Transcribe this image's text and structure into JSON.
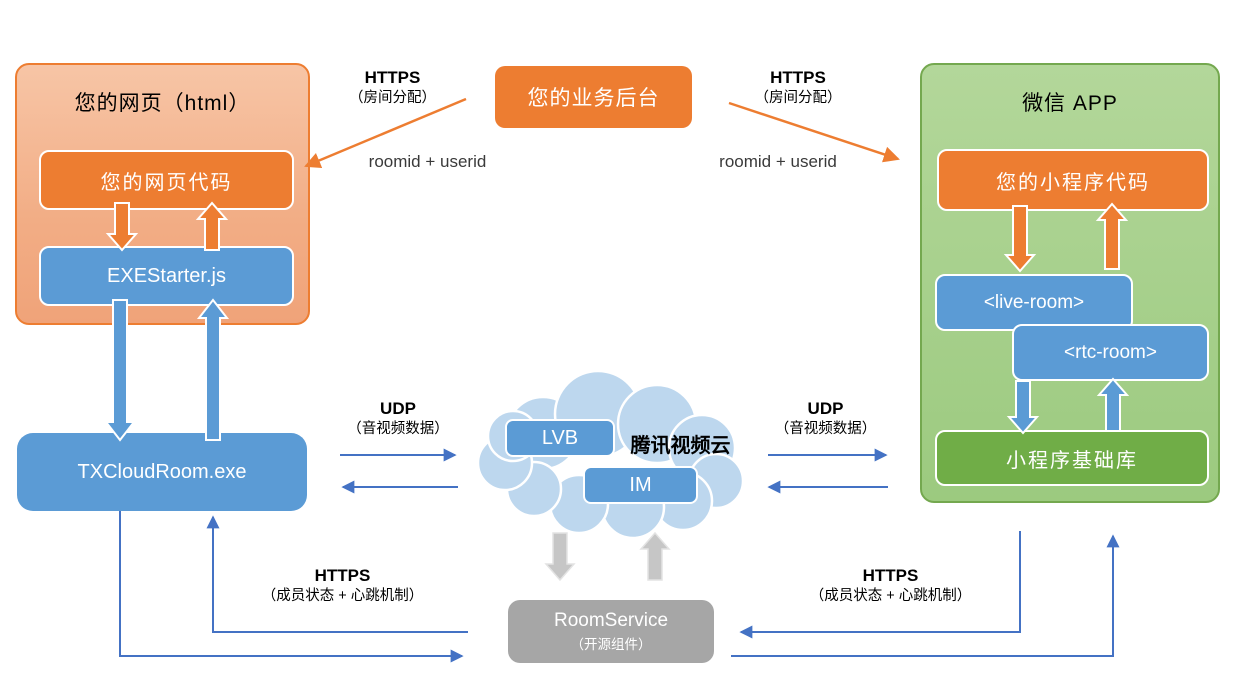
{
  "palette": {
    "orange": "#ED7D31",
    "box_blue": "#5B9BD5",
    "arrow_blue": "#4472C4",
    "panel_peach": "#F2AD85",
    "panel_green": "#A5CF8A",
    "deep_green": "#70AD47",
    "cloud_blue": "#BDD7EE",
    "gray": "#A6A6A6"
  },
  "left_panel": {
    "title": "您的网页（html）",
    "web_code": "您的网页代码",
    "exe_starter": "EXEStarter.js"
  },
  "tx_exe": {
    "label": "TXCloudRoom.exe"
  },
  "backend": {
    "label": "您的业务后台"
  },
  "right_panel": {
    "title": "微信 APP",
    "mp_code": "您的小程序代码",
    "live_room": "<live-room>",
    "rtc_room": "<rtc-room>",
    "mp_base": "小程序基础库"
  },
  "cloud": {
    "title": "腾讯视频云",
    "lvb": "LVB",
    "im": "IM"
  },
  "room_service": {
    "label": "RoomService",
    "sublabel": "（开源组件）"
  },
  "edges": {
    "https_room_left": {
      "name": "HTTPS",
      "detail": "（房间分配）",
      "payload": "roomid + userid"
    },
    "https_room_right": {
      "name": "HTTPS",
      "detail": "（房间分配）",
      "payload": "roomid + userid"
    },
    "udp_left": {
      "name": "UDP",
      "detail": "（音视频数据）"
    },
    "udp_right": {
      "name": "UDP",
      "detail": "（音视频数据）"
    },
    "https_member_left": {
      "name": "HTTPS",
      "detail": "（成员状态 + 心跳机制）"
    },
    "https_member_right": {
      "name": "HTTPS",
      "detail": "（成员状态 + 心跳机制）"
    }
  }
}
